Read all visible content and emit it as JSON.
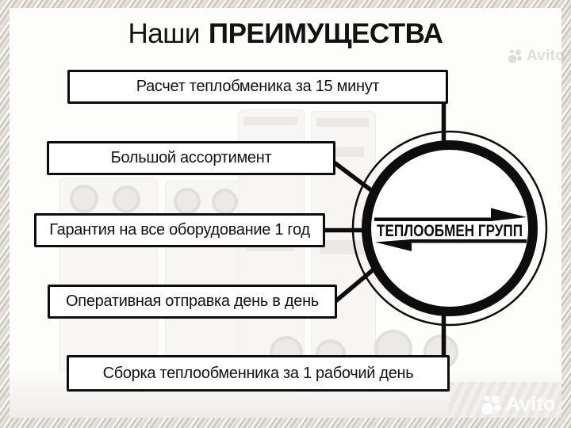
{
  "title": {
    "prefix": "Наши",
    "emphasis": "ПРЕИМУЩЕСТВА"
  },
  "benefits": [
    "Расчет теплобменика за 15 минут",
    "Большой ассортимент",
    "Гарантия на все оборудование 1 год",
    "Оперативная отправка день в день",
    "Сборка теплообменника за 1 рабочий день"
  ],
  "logo": {
    "company": "ТЕПЛООБМЕН ГРУПП"
  },
  "watermark": {
    "label": "Avito"
  },
  "colors": {
    "ink": "#0d0d0d",
    "box_background": "#ffffff",
    "frame_light": "#f6f5f1",
    "frame_dark": "#c2bfb6",
    "watermark_top": "#b9b7b0",
    "watermark_bottom": "#ffffff"
  }
}
